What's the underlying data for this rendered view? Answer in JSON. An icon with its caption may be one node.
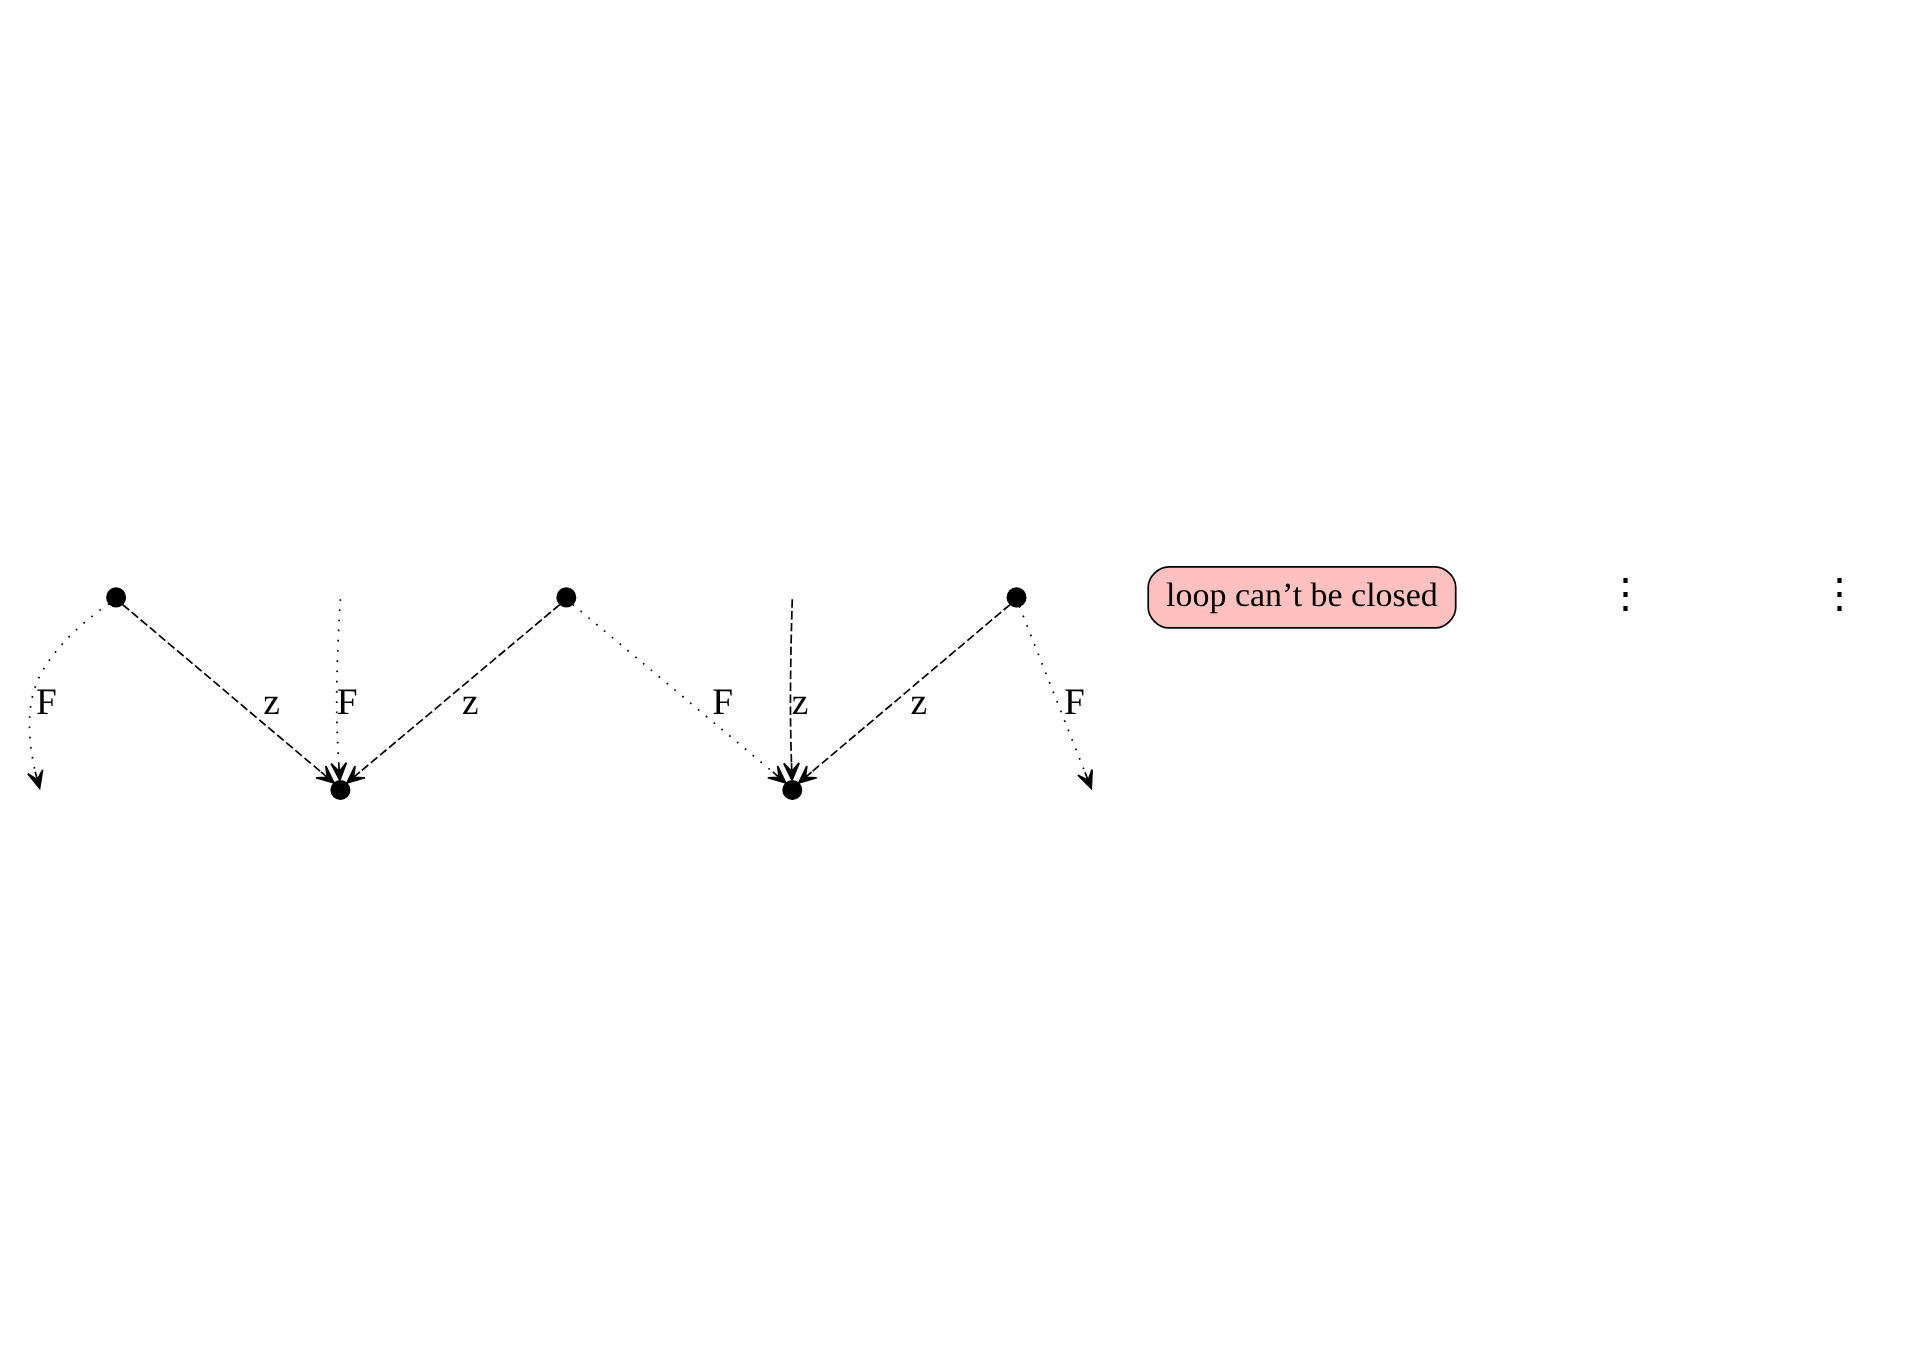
{
  "diagram": {
    "nodes": [
      {
        "text": [],
        "shape": "circle"
      },
      {
        "text": [],
        "shape": "circle"
      },
      {
        "text": [],
        "shape": "circle"
      },
      {
        "text": [],
        "shape": "circle"
      },
      {
        "text": [],
        "shape": "circle"
      },
      {
        "text": [
          "loop can’t be closed"
        ]
      }
    ],
    "edges": [
      {
        "from": null,
        "to": 1,
        "arrow": "to",
        "label": "F"
      },
      {
        "from": 0,
        "to": 1,
        "arrow": "to",
        "label": "z",
        "style": "dashed"
      },
      {
        "from": 0,
        "to": 2,
        "arrow": "to",
        "label": "F"
      },
      {
        "from": null,
        "to": 2,
        "arrow": "to",
        "label": "z",
        "style": "dashed"
      },
      {
        "from": 3,
        "to": 1,
        "arrow": "to",
        "label": "z",
        "style": "dashed"
      },
      {
        "from": 4,
        "to": 2,
        "arrow": "to",
        "label": "z",
        "style": "dashed"
      },
      {
        "from": 3,
        "to": null,
        "arrow": "to",
        "label": "F"
      },
      {
        "from": 4,
        "to": null,
        "arrow": "to",
        "label": "F"
      }
    ],
    "labels": [
      "⋮",
      "⋮"
    ]
  }
}
